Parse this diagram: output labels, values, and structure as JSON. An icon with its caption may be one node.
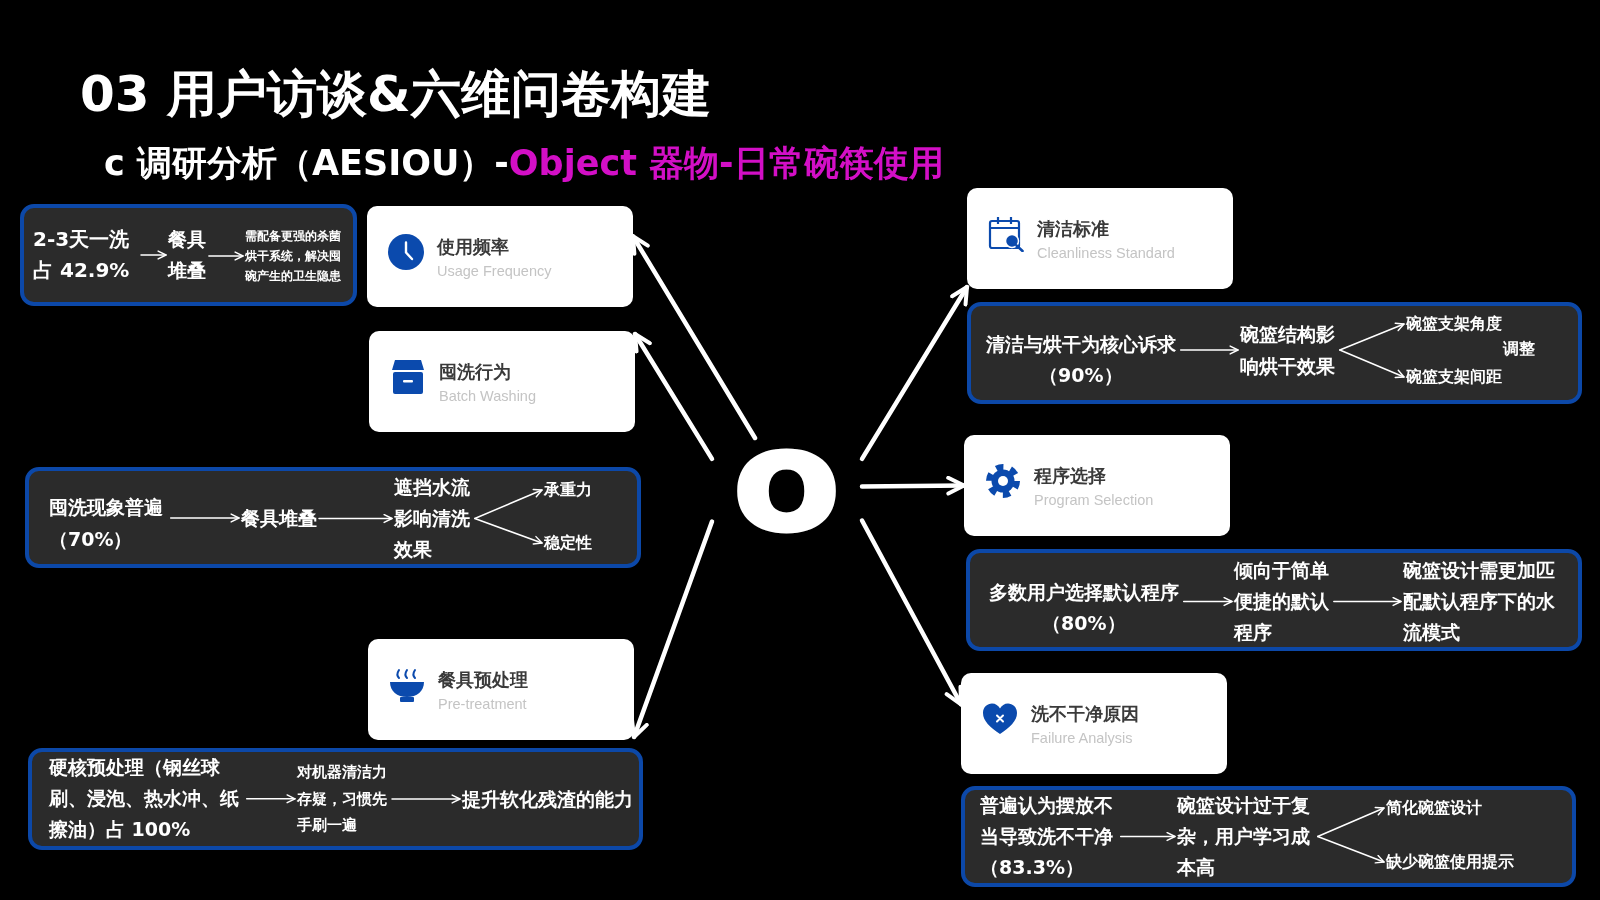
{
  "diagram": {
    "title": "03 用户访谈&六维问卷构建",
    "nodes": [
      {
        "text": [],
        "shape": "box"
      },
      {
        "text": [
          "2-3天一洗占 42.9%"
        ],
        "in": 0
      },
      {
        "text": [
          "餐具堆叠"
        ],
        "in": 0
      },
      {
        "text": [
          "需配备更强的杀菌烘干系统，解决囤碗产生的卫生隐患"
        ],
        "in": 0
      },
      {
        "text": [
          "使用频率",
          "Usage Frequency"
        ]
      },
      {
        "text": [
          "囤洗行为",
          "Batch Washing"
        ]
      },
      {
        "text": [],
        "shape": "box"
      },
      {
        "text": [
          "囤洗现象普遍（70%）"
        ],
        "in": 6
      },
      {
        "text": [
          "餐具堆叠"
        ],
        "in": 6
      },
      {
        "text": [
          "遮挡水流影响清洗效果"
        ],
        "in": 6
      },
      {
        "text": [
          "承重力"
        ],
        "in": 6
      },
      {
        "text": [
          "稳定性"
        ],
        "in": 6
      },
      {
        "text": [
          "餐具预处理",
          "Pre-treatment"
        ]
      },
      {
        "text": [],
        "shape": "box"
      },
      {
        "text": [
          "硬核预处理（钢丝球刷、浸泡、热水冲、纸擦油）占 100%"
        ],
        "in": 13
      },
      {
        "text": [
          "对机器清洁力存疑，习惯先手刷一遍"
        ],
        "in": 13
      },
      {
        "text": [
          "提升软化残渣的能力"
        ],
        "in": 13
      },
      {
        "text": [
          "O"
        ]
      },
      {
        "text": [
          "清洁标准",
          "Cleanliness Standard"
        ]
      },
      {
        "text": [],
        "shape": "box"
      },
      {
        "text": [
          "清洁与烘干为核心诉求（90%）"
        ],
        "in": 19
      },
      {
        "text": [
          "碗篮结构影响烘干效果"
        ],
        "in": 19
      },
      {
        "text": [
          "碗篮支架角度"
        ],
        "in": 19
      },
      {
        "text": [
          "碗篮支架间距"
        ],
        "in": 19
      },
      {
        "text": [
          "程序选择",
          "Program Selection"
        ]
      },
      {
        "text": [],
        "shape": "box"
      },
      {
        "text": [
          "多数用户选择默认程序（80%）"
        ],
        "in": 25
      },
      {
        "text": [
          "倾向于简单便捷的默认程序"
        ],
        "in": 25
      },
      {
        "text": [
          "碗篮设计需更加匹配默认程序下的水流模式"
        ],
        "in": 25
      },
      {
        "text": [
          "洗不干净原因",
          "Failure Analysis"
        ]
      },
      {
        "text": [],
        "shape": "box"
      },
      {
        "text": [
          "普遍认为摆放不当导致洗不干净（83.3%）"
        ],
        "in": 30
      },
      {
        "text": [
          "碗篮设计过于复杂，用户学习成本高"
        ],
        "in": 30
      },
      {
        "text": [
          "简化碗篮设计"
        ],
        "in": 30
      },
      {
        "text": [
          "缺少碗篮使用提示"
        ],
        "in": 30
      }
    ],
    "edges": [
      {
        "from": 1,
        "to": 2,
        "arrow": "to"
      },
      {
        "from": 2,
        "to": 3,
        "arrow": "to"
      },
      {
        "from": 17,
        "to": 4,
        "arrow": "to",
        "style": "thick"
      },
      {
        "from": 17,
        "to": 5,
        "arrow": "to",
        "style": "thick"
      },
      {
        "from": 7,
        "to": 8,
        "arrow": "to"
      },
      {
        "from": 8,
        "to": 9,
        "arrow": "to"
      },
      {
        "from": 9,
        "to": 10,
        "arrow": "to"
      },
      {
        "from": 9,
        "to": 11,
        "arrow": "to"
      },
      {
        "from": 17,
        "to": 12,
        "arrow": "to",
        "style": "thick"
      },
      {
        "from": 14,
        "to": 15,
        "arrow": "to"
      },
      {
        "from": 15,
        "to": 16,
        "arrow": "to"
      },
      {
        "from": 17,
        "to": 18,
        "arrow": "to",
        "style": "thick"
      },
      {
        "from": 20,
        "to": 21,
        "arrow": "to"
      },
      {
        "from": 21,
        "to": 22,
        "arrow": "to"
      },
      {
        "from": 21,
        "to": 23,
        "arrow": "to"
      },
      {
        "from": 17,
        "to": 24,
        "arrow": "to",
        "style": "thick"
      },
      {
        "from": 26,
        "to": 27,
        "arrow": "to"
      },
      {
        "from": 27,
        "to": 28,
        "arrow": "to"
      },
      {
        "from": 17,
        "to": 29,
        "arrow": "to",
        "style": "thick"
      },
      {
        "from": 31,
        "to": 32,
        "arrow": "to"
      },
      {
        "from": 32,
        "to": 33,
        "arrow": "to"
      },
      {
        "from": 32,
        "to": 34,
        "arrow": "to"
      }
    ],
    "labels": [
      "c 调研分析（AESIOU）-",
      "Object 器物-日常碗筷使用",
      "调整"
    ]
  }
}
